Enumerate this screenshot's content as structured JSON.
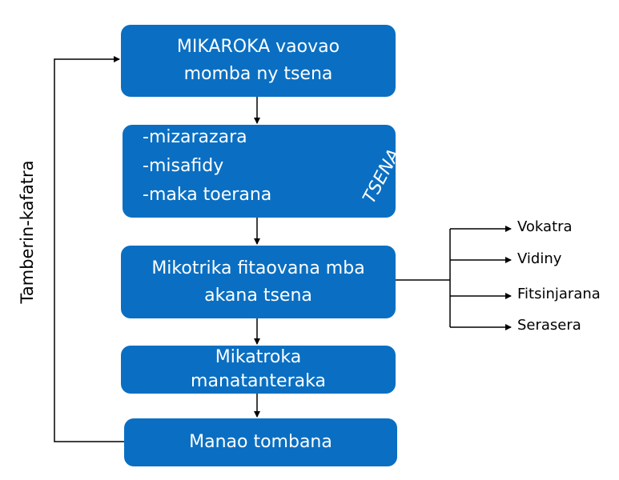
{
  "boxes": {
    "box1": {
      "lines": [
        "MIKAROKA vaovao",
        "momba ny tsena"
      ]
    },
    "box2": {
      "lines": [
        "-mizarazara",
        "-misafidy",
        "-maka toerana"
      ],
      "side_label": "TSENA"
    },
    "box3": {
      "lines": [
        "Mikotrika fitaovana mba",
        "akana tsena"
      ]
    },
    "box4": {
      "lines": [
        "Mikatroka",
        "manatanteraka"
      ]
    },
    "box5": {
      "lines": [
        "Manao tombana"
      ]
    }
  },
  "feedback_label": "Tamberin-kafatra",
  "branches": [
    "Vokatra",
    "Vidiny",
    "Fitsinjarana",
    "Serasera"
  ],
  "colors": {
    "box_fill": "#0a6fc2",
    "box_text": "#ffffff",
    "lines": "#000000"
  }
}
